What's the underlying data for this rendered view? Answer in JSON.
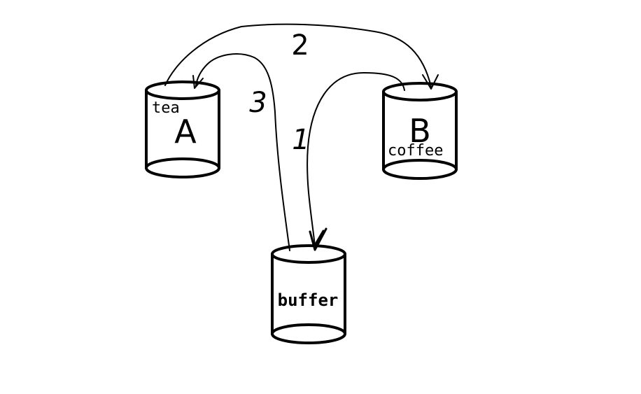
{
  "containers": {
    "a": {
      "letter": "A",
      "content": "tea"
    },
    "b": {
      "letter": "B",
      "content": "coffee"
    },
    "buffer": {
      "content": "buffer"
    }
  },
  "steps": {
    "one": "1",
    "two": "2",
    "three": "3"
  }
}
